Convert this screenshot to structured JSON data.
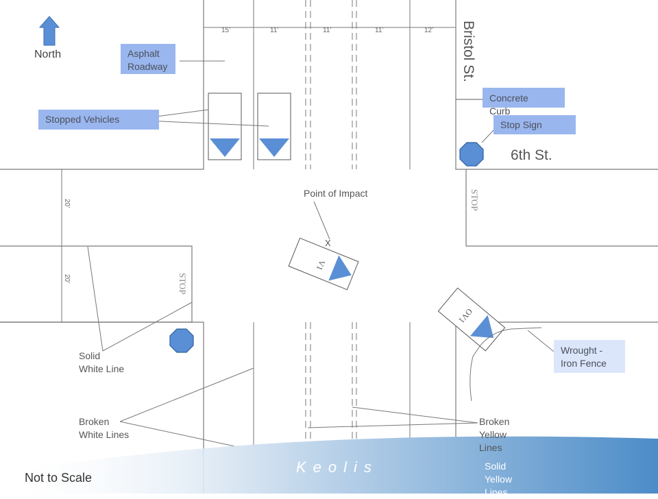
{
  "compass": {
    "label": "North"
  },
  "streets": {
    "north_south": "Bristol St.",
    "east_west": "6th St."
  },
  "lane_widths": [
    "15’",
    "11’",
    "11’",
    "11’",
    "12’"
  ],
  "setbacks": [
    "20’",
    "20’"
  ],
  "stop_markings": [
    "STOP",
    "STOP"
  ],
  "vehicles": {
    "v1": "V1",
    "v2": "OV1"
  },
  "impact": {
    "label": "Point of Impact",
    "marker": "X"
  },
  "callouts": {
    "asphalt": "Asphalt\nRoadway",
    "stopped": "Stopped Vehicles",
    "curb": "Concrete\nCurb",
    "stop_sign": "Stop Sign",
    "fence": "Wrought -\nIron Fence",
    "solid_white": "Solid\nWhite Line",
    "broken_white": "Broken\nWhite Lines",
    "broken_yellow": "Broken\nYellow\nLines",
    "solid_yellow": "Solid\nYellow\nLines"
  },
  "footer": {
    "note": "Not to Scale",
    "brand": "Keolis"
  },
  "colors": {
    "vehicle_marker": "#5a8fd6",
    "stop_sign": "#5a8fd6",
    "callout_box": "#9ab6ee",
    "callout_box_light": "#dbe6fb",
    "curb": "#7a7a7a"
  }
}
